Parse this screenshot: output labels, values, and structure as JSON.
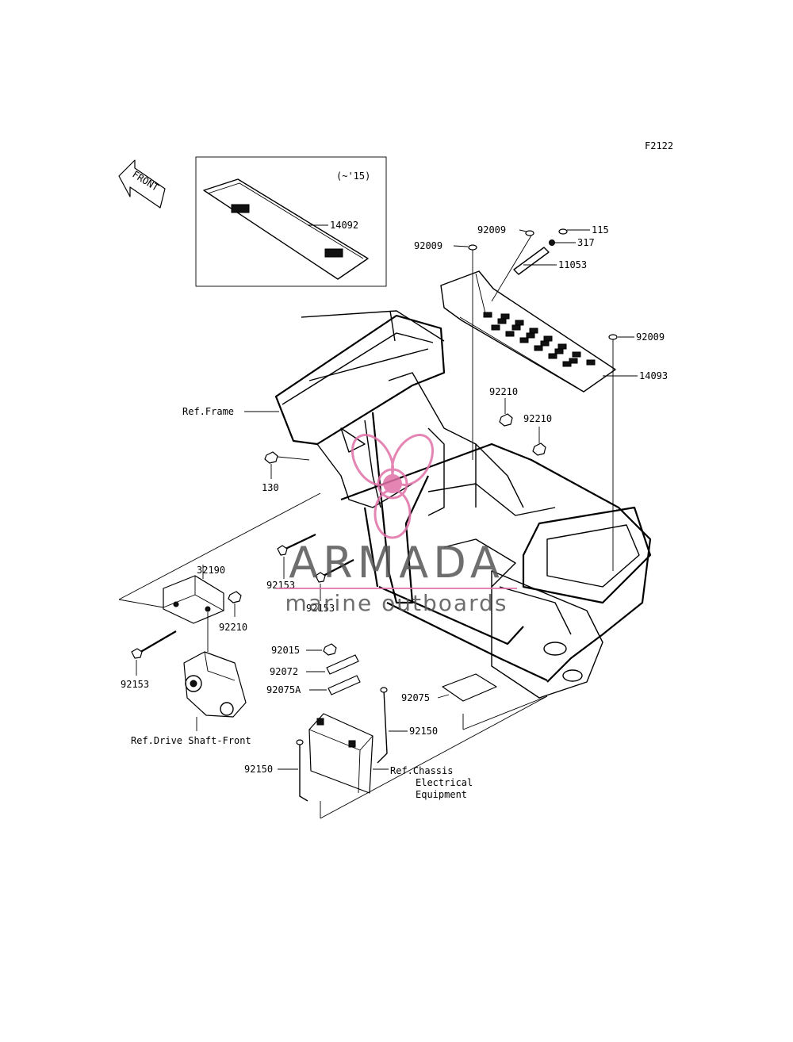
{
  "diagram": {
    "code": "F2122",
    "front_label": "FRONT",
    "inset_note": "(~'15)",
    "parts": {
      "p14092": "14092",
      "p92009a": "92009",
      "p92009b": "92009",
      "p92009c": "92009",
      "p115": "115",
      "p317": "317",
      "p11053": "11053",
      "p14093": "14093",
      "p92210a": "92210",
      "p92210b": "92210",
      "p92210c": "92210",
      "p130": "130",
      "p32190": "32190",
      "p92153a": "92153",
      "p92153b": "92153",
      "p92153c": "92153",
      "p92015": "92015",
      "p92072": "92072",
      "p92075A": "92075A",
      "p92075": "92075",
      "p92150a": "92150",
      "p92150b": "92150"
    },
    "refs": {
      "frame": "Ref.Frame",
      "drive_shaft": "Ref.Drive Shaft-Front",
      "chassis_1": "Ref.Chassis",
      "chassis_2": "Electrical",
      "chassis_3": "Equipment"
    }
  },
  "watermark": {
    "brand": "ARMADA",
    "tagline": "marine outboards",
    "color": "#e070a8",
    "text_color": "#555555"
  }
}
